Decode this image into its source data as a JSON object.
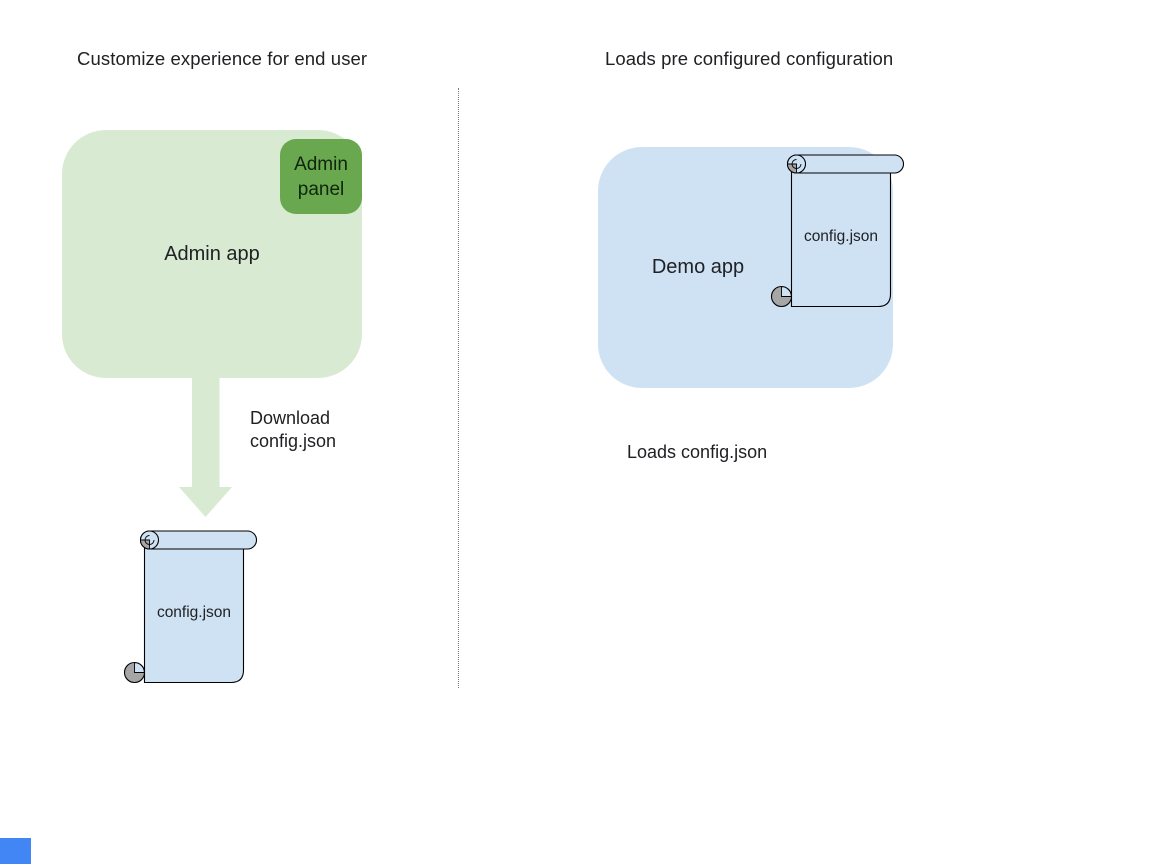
{
  "left_section": {
    "title": "Customize experience for end user",
    "admin_app_label": "Admin app",
    "admin_panel_label": "Admin panel",
    "arrow_label_line1": "Download",
    "arrow_label_line2": "config.json",
    "file_label": "config.json"
  },
  "right_section": {
    "title": "Loads pre configured configuration",
    "demo_app_label": "Demo app",
    "file_label": "config.json",
    "caption": "Loads config.json"
  },
  "icons": {
    "down_arrow": "thick light-green down arrow",
    "scroll": "paper scroll / document shape"
  },
  "colors": {
    "app-green": "#d9ead3",
    "panel-green": "#6aa84f",
    "app-blue": "#cfe2f3",
    "curl-gray": "#a6a6a6",
    "ink": "#202124",
    "divider-gray": "#7a7a7a",
    "corner-blue": "#4285f4"
  }
}
